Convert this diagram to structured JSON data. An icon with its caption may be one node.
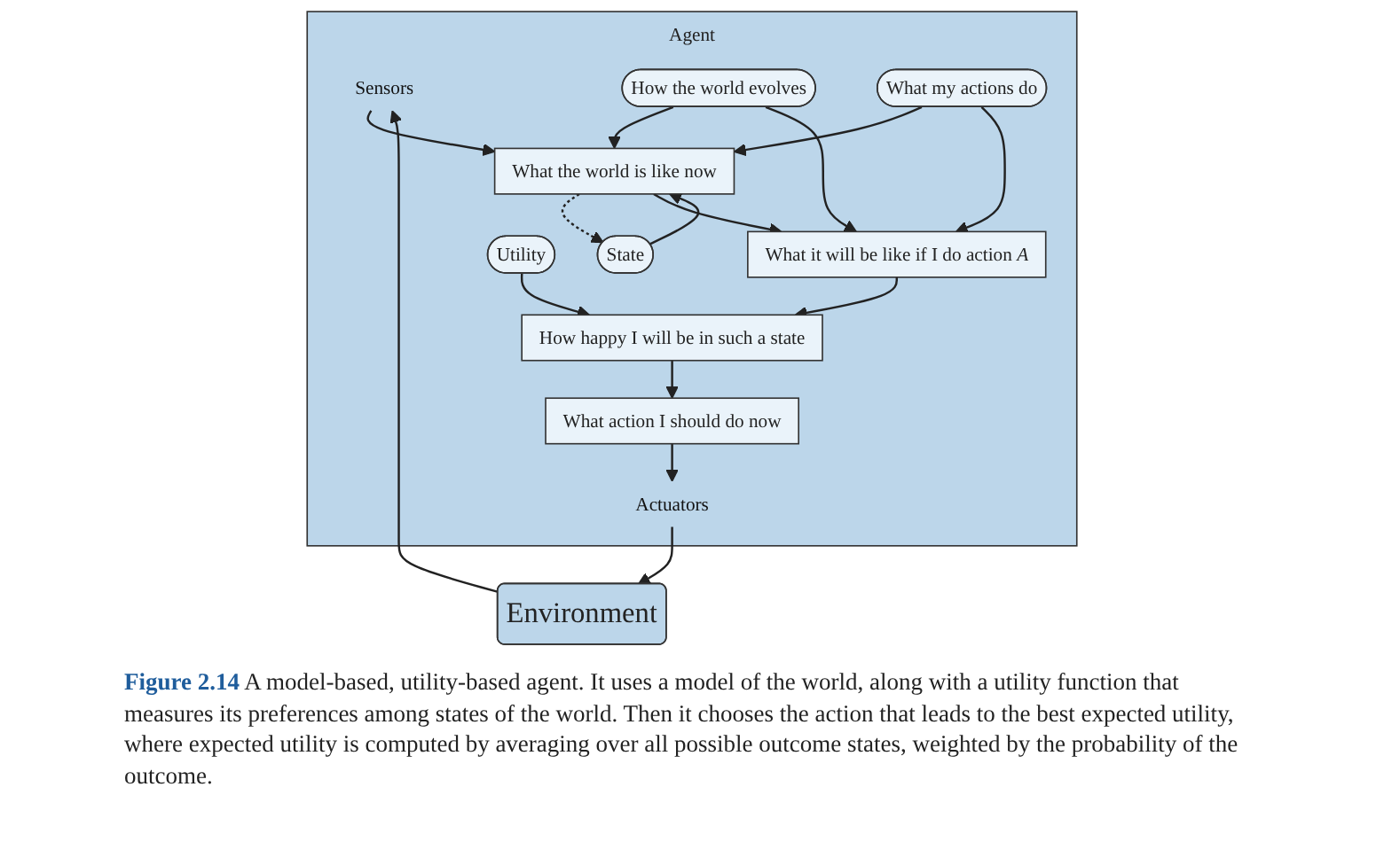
{
  "diagram": {
    "nodes": [
      {
        "text": [
          "Agent"
        ]
      },
      {
        "text": [
          "Sensors"
        ],
        "in": 0
      },
      {
        "text": [
          "State"
        ],
        "in": 0
      },
      {
        "text": [
          "How the world evolves"
        ],
        "in": 0
      },
      {
        "text": [
          "What my actions do"
        ],
        "in": 0
      },
      {
        "text": [
          "Utility"
        ],
        "in": 0
      },
      {
        "text": [
          "What the world is like now"
        ],
        "in": 0
      },
      {
        "text": [
          "What it will be like if I do action *A*"
        ],
        "in": 0
      },
      {
        "text": [
          "How happy I will be in such a state"
        ],
        "in": 0
      },
      {
        "text": [
          "What action I should do now"
        ],
        "in": 0
      },
      {
        "text": [
          "Actuators"
        ],
        "in": 0
      },
      {
        "text": [
          "Environment"
        ]
      }
    ],
    "edges": [
      {
        "from": 11,
        "to": 1,
        "arrow": "to"
      },
      {
        "from": 1,
        "to": 6,
        "arrow": "to"
      },
      {
        "from": 6,
        "to": 2,
        "arrow": "to",
        "style": "dashed"
      },
      {
        "from": 2,
        "to": 6,
        "arrow": "to"
      },
      {
        "from": 3,
        "to": 6,
        "arrow": "to"
      },
      {
        "from": 3,
        "to": 7,
        "arrow": "to"
      },
      {
        "from": 4,
        "to": 6,
        "arrow": "to"
      },
      {
        "from": 4,
        "to": 7,
        "arrow": "to"
      },
      {
        "from": 6,
        "to": 7,
        "arrow": "to"
      },
      {
        "from": 7,
        "to": 8,
        "arrow": "to"
      },
      {
        "from": 5,
        "to": 8,
        "arrow": "to"
      },
      {
        "from": 8,
        "to": 9,
        "arrow": "to"
      },
      {
        "from": 9,
        "to": 10,
        "arrow": "to"
      },
      {
        "from": 10,
        "to": 11,
        "arrow": "to"
      }
    ],
    "caption": "**Figure 2.14** A model-based, utility-based agent. It uses a model of the world, along with a utility function that measures its preferences among states of the world. Then it chooses the action that leads to the best expected utility, where expected utility is computed by averaging over all possible outcome states, weighted by the probability of the outcome."
  }
}
